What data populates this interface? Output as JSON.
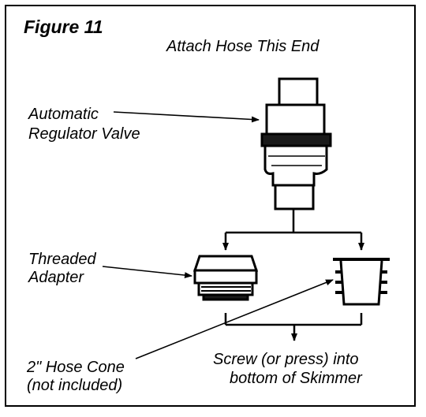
{
  "figure": {
    "title": "Figure 11",
    "labels": {
      "hose_end": "Attach Hose This End",
      "regulator_line1": "Automatic",
      "regulator_line2": "Regulator Valve",
      "adapter_line1": "Threaded",
      "adapter_line2": "Adapter",
      "cone_line1": "2\" Hose Cone",
      "cone_line2": "(not included)",
      "screw_line1": "Screw (or press) into",
      "screw_line2": "bottom of Skimmer"
    }
  }
}
